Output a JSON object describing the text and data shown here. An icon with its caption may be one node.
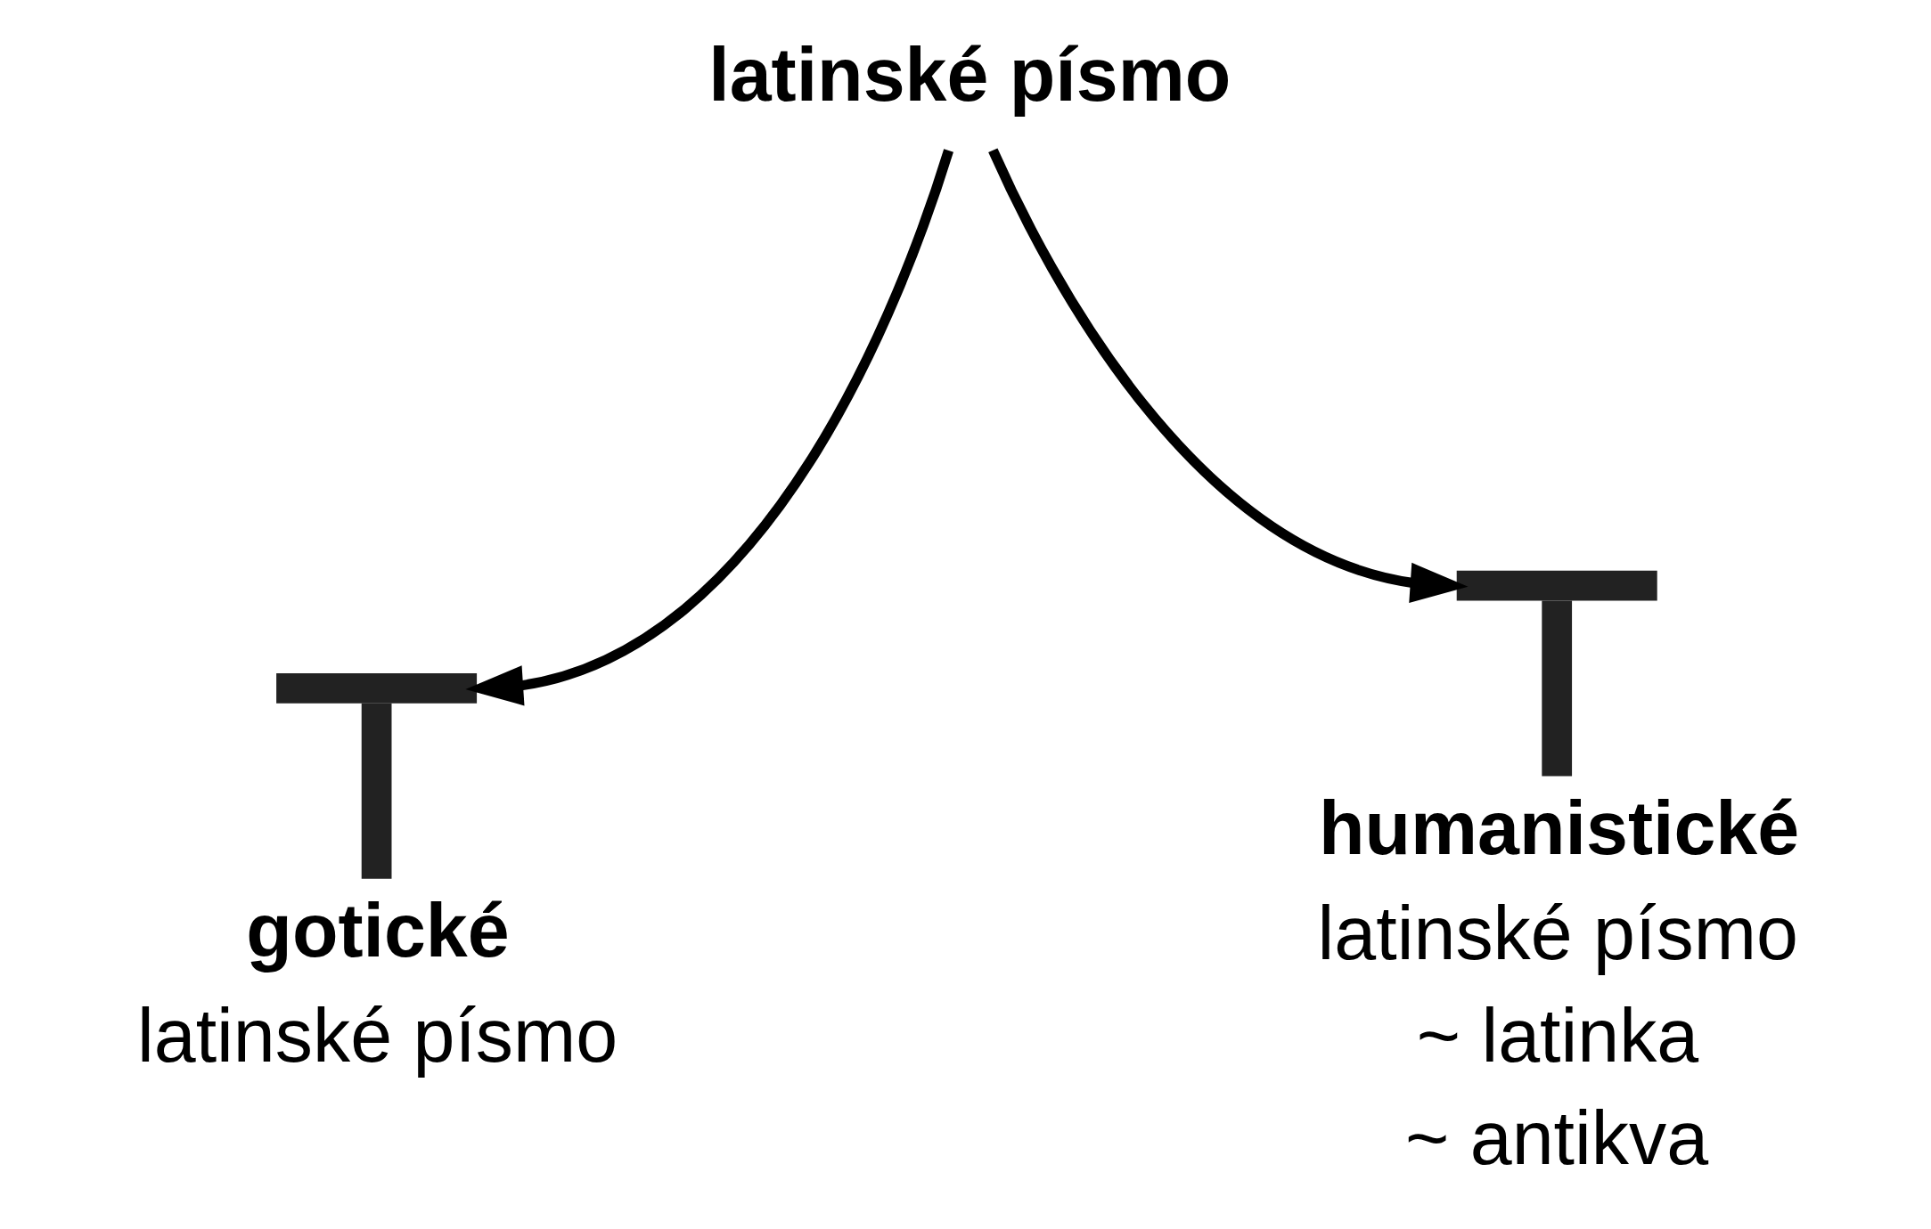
{
  "diagram": {
    "nodes": [
      {
        "text": [
          "latinské písmo"
        ]
      },
      {
        "text": [],
        "shape": "picture",
        "beside": [
          "gotické",
          "latinské písmo"
        ]
      },
      {
        "text": [],
        "shape": "picture",
        "beside": [
          "humanistické",
          "latinské písmo",
          "~ latinka",
          "~ antikva"
        ]
      }
    ],
    "edges": [
      {
        "from": 0,
        "to": 1,
        "arrow": "to"
      },
      {
        "from": 0,
        "to": 2,
        "arrow": "to"
      }
    ]
  }
}
